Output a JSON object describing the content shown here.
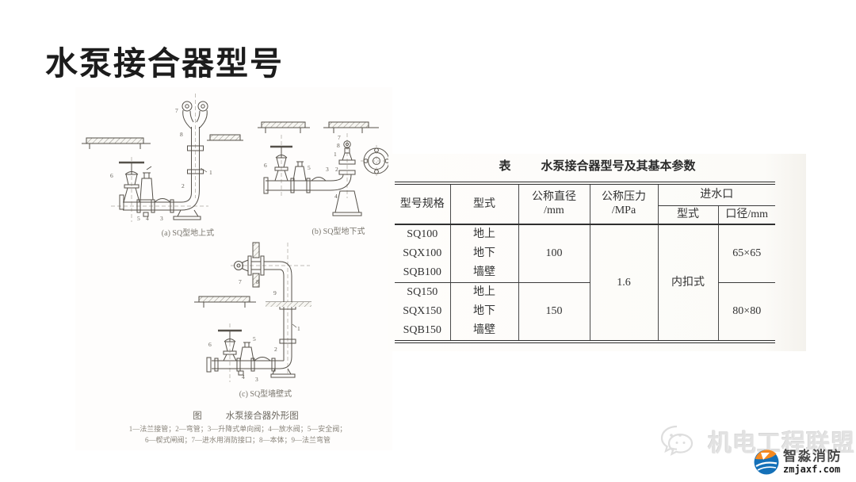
{
  "slide": {
    "title": "水泵接合器型号"
  },
  "figure": {
    "caption_label": "图",
    "caption_title": "水泵接合器外形图",
    "legend_line1": "1—法兰接管；2—弯管；3—升降式单向阀；4—放水阀；5—安全阀；",
    "legend_line2": "6—楔式闸阀；7—进水用消防接口；8—本体；9—法兰弯管",
    "subfigures": [
      {
        "label": "(a) SQ型地上式",
        "callouts": [
          "7",
          "8",
          "1",
          "2",
          "6",
          "5",
          "4",
          "3"
        ]
      },
      {
        "label": "(b) SQ型地下式",
        "callouts": [
          "7",
          "8",
          "1",
          "2",
          "3",
          "5",
          "6",
          "4"
        ]
      },
      {
        "label": "(c) SQ型墙壁式",
        "callouts": [
          "7",
          "8",
          "9",
          "1",
          "2",
          "6",
          "5",
          "4",
          "3"
        ]
      }
    ]
  },
  "table": {
    "label": "表",
    "title": "水泵接合器型号及其基本参数",
    "headers": {
      "model": "型号规格",
      "form": "型式",
      "diameter_line1": "公称直径",
      "diameter_line2": "/mm",
      "pressure_line1": "公称压力",
      "pressure_line2": "/MPa",
      "inlet": "进水口",
      "inlet_type": "型式",
      "inlet_size": "口径/mm"
    },
    "rows": [
      {
        "model": "SQ100",
        "type": "地上"
      },
      {
        "model": "SQX100",
        "type": "地下"
      },
      {
        "model": "SQB100",
        "type": "墙壁"
      },
      {
        "model": "SQ150",
        "type": "地上"
      },
      {
        "model": "SQX150",
        "type": "地下"
      },
      {
        "model": "SQB150",
        "type": "墙壁"
      }
    ],
    "merged": {
      "diameter_100": "100",
      "diameter_150": "150",
      "pressure": "1.6",
      "inlet_type": "内扣式",
      "inlet_size_100": "65×65",
      "inlet_size_150": "80×80"
    }
  },
  "watermark": {
    "text": "机电工程联盟"
  },
  "brand": {
    "name": "智淼消防",
    "url": "zmjaxf.com",
    "colors": {
      "blue": "#1470b8",
      "orange": "#f6891f"
    }
  }
}
